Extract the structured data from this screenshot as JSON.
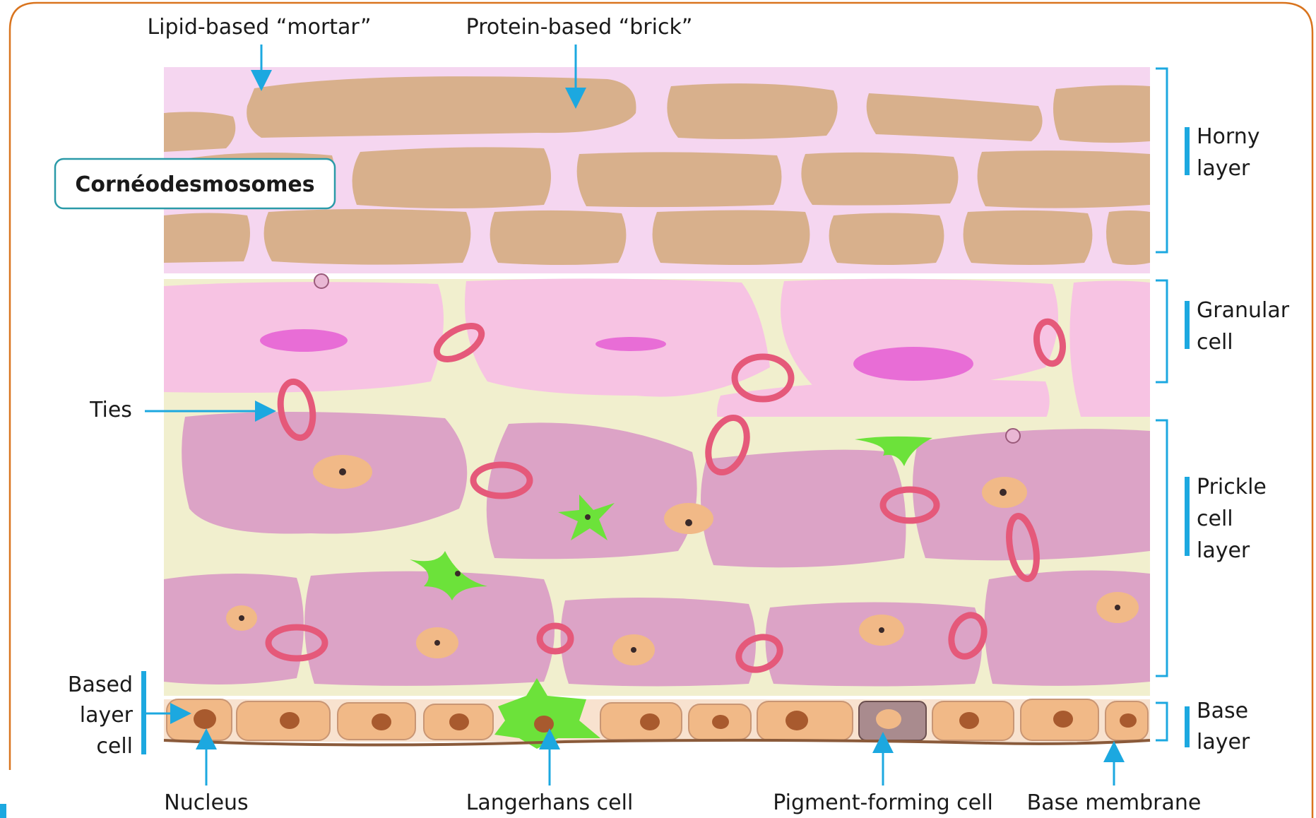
{
  "colors": {
    "frame": "#d9741e",
    "arrow": "#1ca8e0",
    "bracket": "#1ca8e0",
    "lipid": "#f5d6f0",
    "brick": "#d8b08c",
    "granular": "#f7c3e3",
    "prickle": "#dca3c6",
    "matrix": "#f1efce",
    "ties": "#e5597a",
    "langerhans": "#6ce23a",
    "base_cell": "#f1b987",
    "nucleus": "#a85a2e",
    "pigment_cell": "#a98b8e"
  },
  "labels": {
    "lipid_mortar": "Lipid-based “mortar”",
    "protein_brick": "Protein-based “brick”",
    "corneodesmosomes": "Cornéodesmosomes",
    "ties": "Ties",
    "based_layer_cell": [
      "Based",
      "layer",
      "cell"
    ],
    "nucleus": "Nucleus",
    "langerhans_cell": "Langerhans cell",
    "pigment_forming_cell": "Pigment-forming cell",
    "base_membrane": "Base membrane"
  },
  "layers": {
    "horny": [
      "Horny",
      "layer"
    ],
    "granular": [
      "Granular",
      "cell"
    ],
    "prickle": [
      "Prickle",
      "cell",
      "layer"
    ],
    "base": [
      "Base",
      "layer"
    ]
  }
}
